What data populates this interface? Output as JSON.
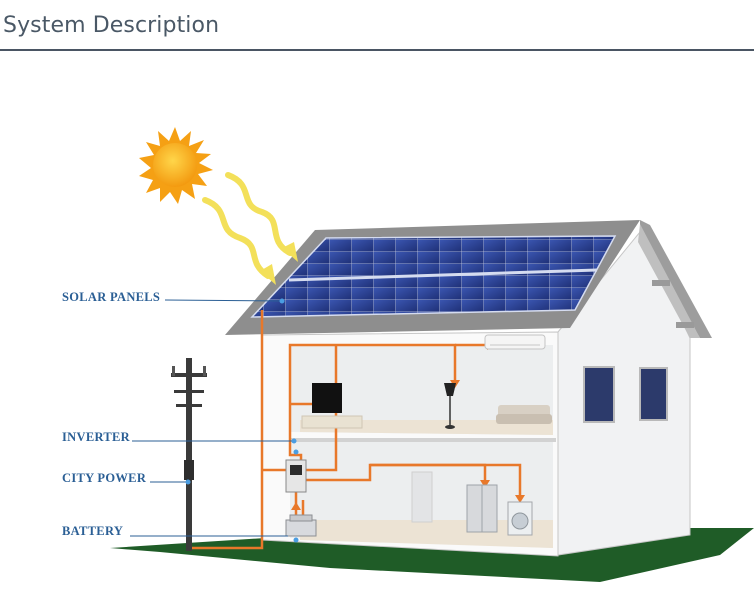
{
  "header": {
    "title": "System Description"
  },
  "diagram": {
    "labels": {
      "solar_panels": "SOLAR PANELS",
      "inverter": "INVERTER",
      "city_power": "CITY POWER",
      "battery": "BATTERY"
    },
    "colors": {
      "wire": "#e8782a",
      "label": "#2b5f95",
      "ground": "#1f5c27",
      "roof": "#8e8e8e",
      "panel": "#2a3f8f",
      "sun": "#f6a516",
      "sunbeam": "#f3e05a"
    }
  }
}
